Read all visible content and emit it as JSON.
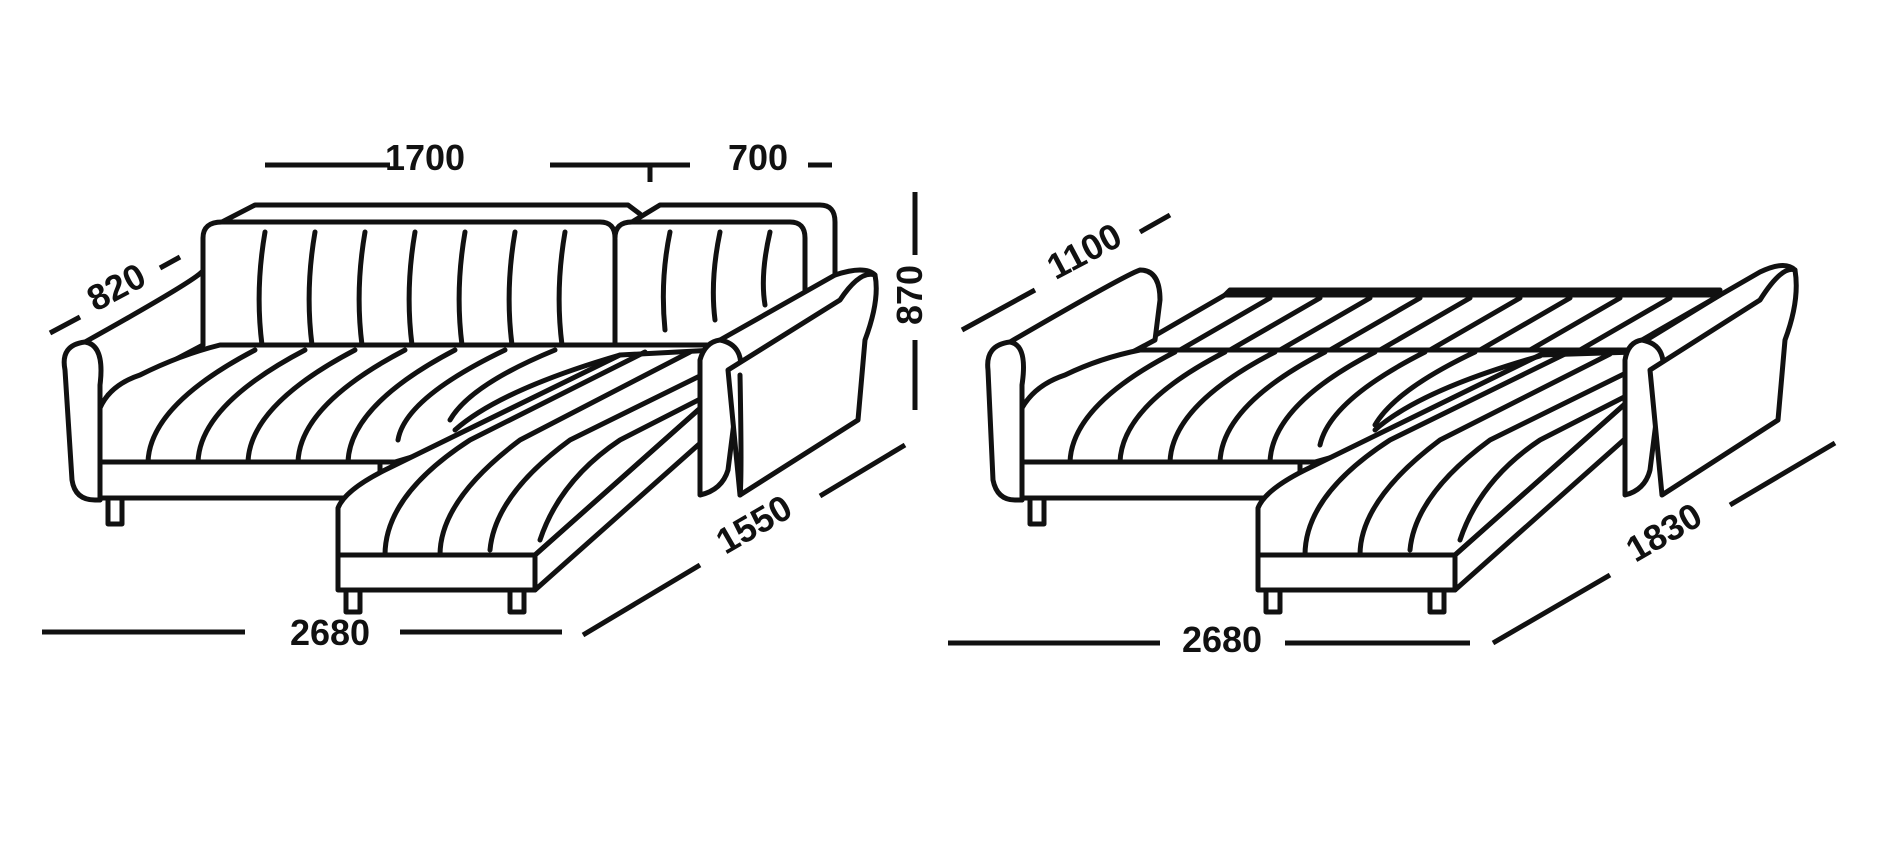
{
  "drawing": {
    "colors": {
      "line": "#111111",
      "background": "#ffffff"
    },
    "left_sofa": {
      "dim_back_width": "1700",
      "dim_chaise_back_width": "700",
      "dim_depth": "820",
      "dim_height": "870",
      "dim_chaise_length": "1550",
      "dim_total_width": "2680"
    },
    "right_sofa": {
      "dim_depth": "1100",
      "dim_bed_length": "1830",
      "dim_total_width": "2680"
    }
  }
}
